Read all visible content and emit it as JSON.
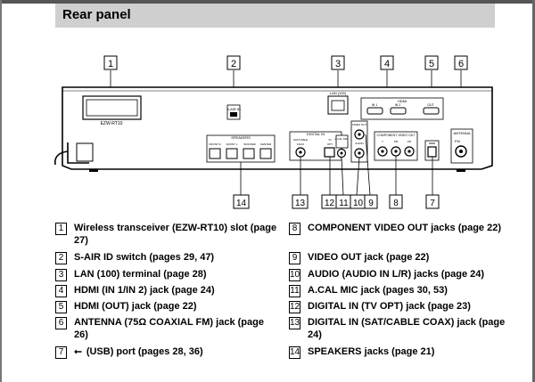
{
  "header": {
    "title": "Rear panel"
  },
  "diagram": {
    "callouts_top": [
      "1",
      "2",
      "3",
      "4",
      "5",
      "6"
    ],
    "callouts_bottom": [
      "14",
      "13",
      "12",
      "11",
      "10",
      "9",
      "8",
      "7"
    ],
    "panel_labels": {
      "slot": "EZW-RT10",
      "sair": "S-AIR ID",
      "lan": "LAN (100)",
      "hdmi": "HDMI",
      "hdmi_in1": "IN 1",
      "hdmi_in2": "IN 2",
      "hdmi_out": "OUT",
      "antenna": "ANTENNA",
      "antenna_fm": "FM",
      "speakers": "SPEAKERS",
      "spk_front_r": "FRONT R",
      "spk_front_l": "FRONT L",
      "spk_woofer": "WOOFER",
      "spk_center": "CENTER",
      "digital_in": "DIGITAL IN",
      "sat_cable": "SAT/CABLE",
      "tv": "TV",
      "opt": "OPT",
      "coax": "COAX",
      "acal_mic": "A.CAL MIC",
      "video_out": "VIDEO OUT",
      "audio": "AUDIO",
      "audio_in": "AUDIO IN",
      "component": "COMPONENT VIDEO OUT",
      "comp_y": "Y",
      "comp_pb": "PB",
      "comp_pr": "PR"
    }
  },
  "legend": {
    "left": [
      {
        "num": "1",
        "text": "Wireless transceiver (EZW-RT10) slot (page 27)"
      },
      {
        "num": "2",
        "text": "S-AIR ID switch (pages 29, 47)"
      },
      {
        "num": "3",
        "text": "LAN (100) terminal (page 28)"
      },
      {
        "num": "4",
        "text": "HDMI (IN 1/IN 2) jack (page 24)"
      },
      {
        "num": "5",
        "text": "HDMI (OUT) jack (page 22)"
      },
      {
        "num": "6",
        "text": "ANTENNA (75Ω COAXIAL FM) jack (page 26)"
      },
      {
        "num": "7",
        "text": "(USB) port (pages 28, 36)",
        "icon": "⭠"
      }
    ],
    "right": [
      {
        "num": "8",
        "text": "COMPONENT VIDEO OUT jacks (page 22)"
      },
      {
        "num": "9",
        "text": "VIDEO OUT jack (page 22)"
      },
      {
        "num": "10",
        "text": "AUDIO (AUDIO IN L/R) jacks (page 24)"
      },
      {
        "num": "11",
        "text": "A.CAL MIC jack (pages 30, 53)"
      },
      {
        "num": "12",
        "text": "DIGITAL IN (TV OPT) jack (page 23)"
      },
      {
        "num": "13",
        "text": "DIGITAL IN (SAT/CABLE COAX) jack (page 24)"
      },
      {
        "num": "14",
        "text": "SPEAKERS jacks (page 21)"
      }
    ]
  }
}
